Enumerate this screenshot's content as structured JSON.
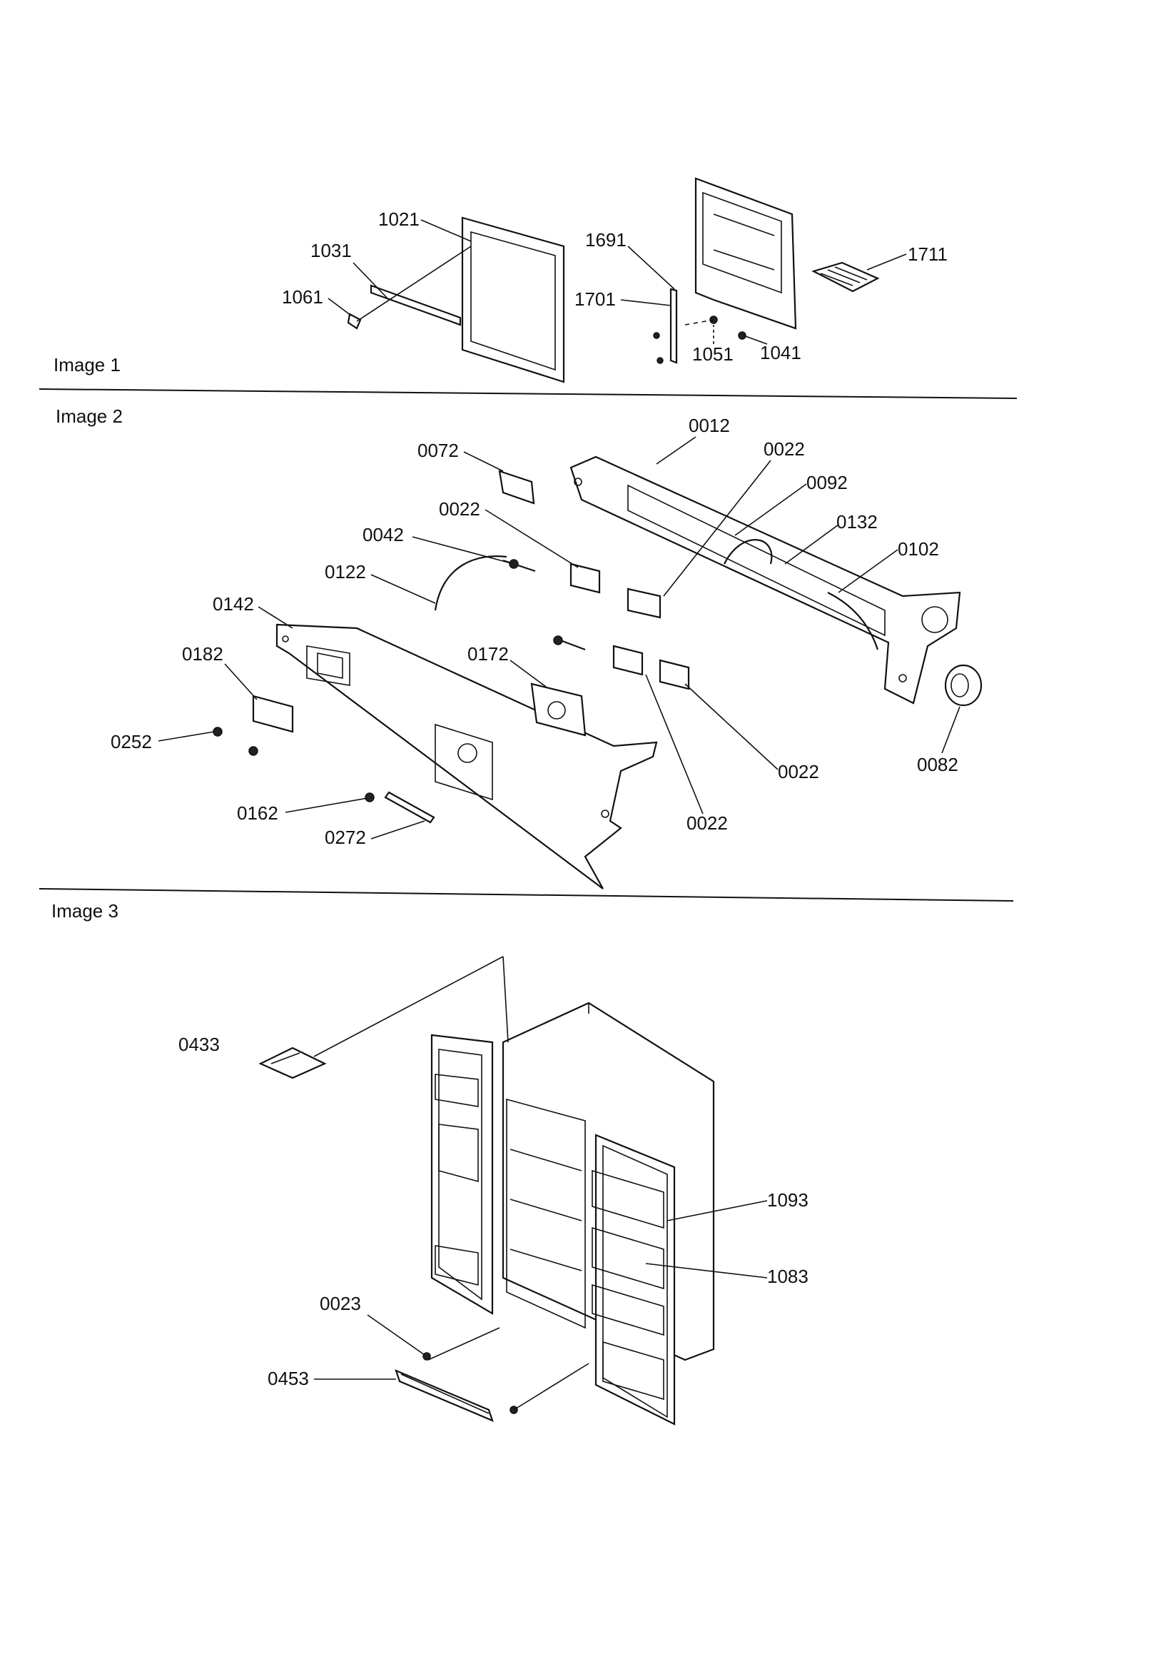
{
  "sections": [
    {
      "title": "Image 1"
    },
    {
      "title": "Image 2"
    },
    {
      "title": "Image 3"
    }
  ],
  "callouts": {
    "image1": [
      "1021",
      "1031",
      "1061",
      "1691",
      "1701",
      "1711",
      "1051",
      "1041"
    ],
    "image2": [
      "0072",
      "0012",
      "0022",
      "0092",
      "0022",
      "0042",
      "0132",
      "0102",
      "0122",
      "0142",
      "0182",
      "0172",
      "0252",
      "0022",
      "0082",
      "0162",
      "0022",
      "0272"
    ],
    "image3": [
      "0433",
      "1093",
      "1083",
      "0023",
      "0453"
    ]
  }
}
